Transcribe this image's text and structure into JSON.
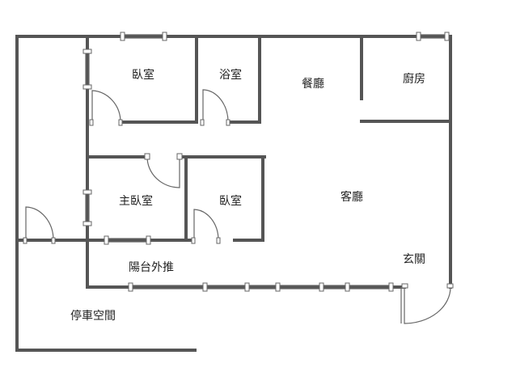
{
  "labels": {
    "bedroom_top": "臥室",
    "bathroom": "浴室",
    "dining": "餐廳",
    "kitchen": "廚房",
    "master_bedroom": "主臥室",
    "bedroom_small": "臥室",
    "living": "客廳",
    "balcony": "陽台外推",
    "entrance": "玄關",
    "parking": "停車空間"
  }
}
